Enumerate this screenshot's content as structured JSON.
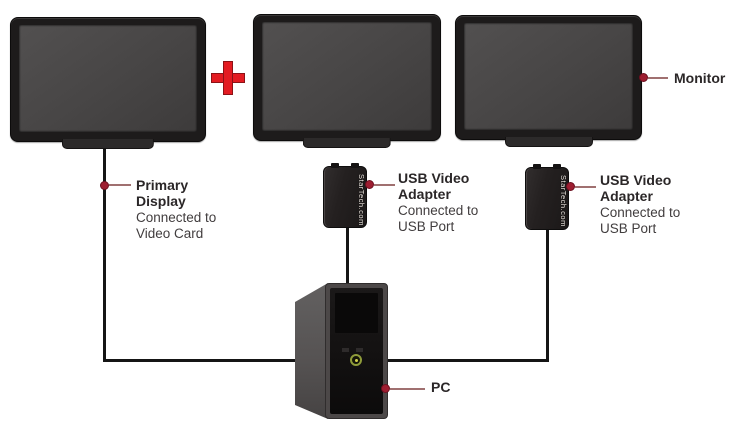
{
  "diagram": {
    "plus": "",
    "brand": "StarTech.com",
    "labels": {
      "monitor": {
        "title": "Monitor"
      },
      "primary_display": {
        "title": "Primary Display",
        "subtitle": "Connected to Video Card"
      },
      "usb_adapter_1": {
        "title": "USB Video Adapter",
        "subtitle": "Connected to USB Port"
      },
      "usb_adapter_2": {
        "title": "USB Video Adapter",
        "subtitle": "Connected to USB Port"
      },
      "pc": {
        "title": "PC"
      }
    },
    "colors": {
      "accent_red": "#e31b22",
      "callout_dot": "#9e1e31",
      "wire": "#151515",
      "background": "#ffffff"
    }
  }
}
